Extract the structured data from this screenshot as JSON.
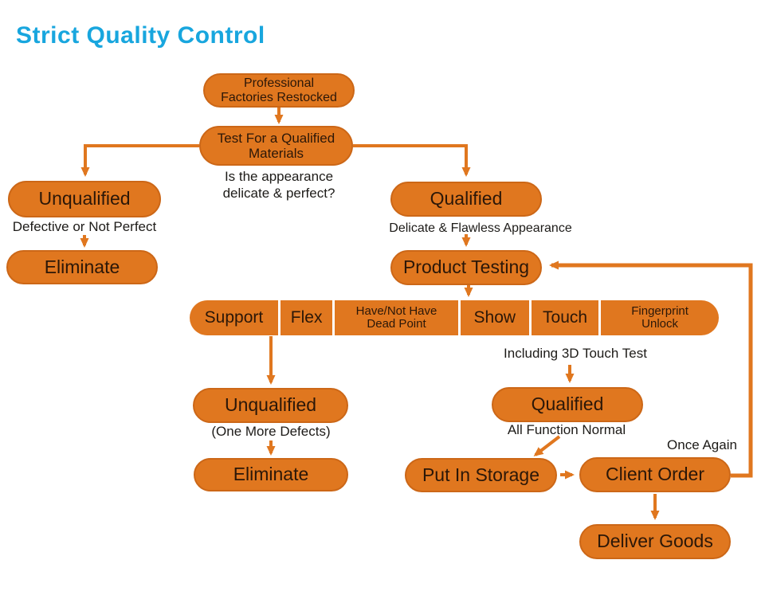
{
  "title": "Strict Quality Control",
  "colors": {
    "accent_orange": "#e0771f",
    "title_blue": "#18a6de",
    "pill_text": "#2b1708",
    "label_text": "#1d1b18"
  },
  "nodes": {
    "professional_factories": "Professional\nFactories Restocked",
    "test_materials": "Test For a Qualified\nMaterials",
    "unqualified_left": "Unqualified",
    "eliminate_left": "Eliminate",
    "qualified_right": "Qualified",
    "product_testing": "Product Testing",
    "unqualified_mid": "Unqualified",
    "eliminate_mid": "Eliminate",
    "qualified_bottom": "Qualified",
    "put_in_storage": "Put In Storage",
    "client_order": "Client Order",
    "deliver_goods": "Deliver Goods"
  },
  "labels": {
    "is_appearance": "Is the appearance\ndelicate & perfect?",
    "defective": "Defective or Not Perfect",
    "delicate_flawless": "Delicate & Flawless Appearance",
    "including_3d": "Including 3D Touch Test",
    "one_more_defects": "(One More Defects)",
    "all_function_normal": "All Function Normal",
    "once_again": "Once Again"
  },
  "test_bar": {
    "segments": [
      "Support",
      "Flex",
      "Have/Not Have\nDead Point",
      "Show",
      "Touch",
      "Fingerprint\nUnlock"
    ]
  }
}
